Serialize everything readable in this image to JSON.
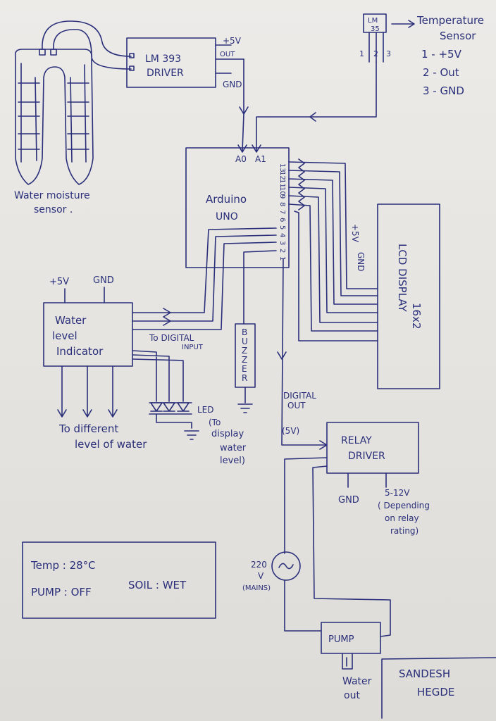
{
  "moisture": {
    "driver_line1": "LM 393",
    "driver_line2": "DRIVER",
    "plus5v": "+5V",
    "out": "OUT",
    "gnd": "GND",
    "caption1": "Water moisture",
    "caption2": "sensor ."
  },
  "temp": {
    "chip_line1": "LM",
    "chip_line2": "35",
    "pins": [
      "1",
      "2",
      "3"
    ],
    "title1": "Temperature",
    "title2": "Sensor",
    "pin1": "1 - +5V",
    "pin2": "2 - Out",
    "pin3": "3 - GND"
  },
  "arduino": {
    "name1": "Arduino",
    "name2": "UNO",
    "pin_a0": "A0",
    "pin_a1": "A1",
    "digital_pins": [
      "13",
      "12",
      "11",
      "10",
      "9",
      "8",
      "7",
      "6",
      "5",
      "4",
      "3",
      "2",
      "1"
    ]
  },
  "lcd": {
    "title": "LCD DISPLAY",
    "size": "16x2",
    "plus5v": "+5V",
    "gnd": "GND"
  },
  "water_level": {
    "title1": "Water",
    "title2": "level",
    "title3": "Indicator",
    "plus5v": "+5V",
    "gnd": "GND",
    "digital1": "To DIGITAL",
    "digital2": "INPUT",
    "levels1": "To different",
    "levels2": "level of water"
  },
  "buzzer": {
    "letters": [
      "B",
      "U",
      "Z",
      "Z",
      "E",
      "R"
    ]
  },
  "led": {
    "label": "LED",
    "note1": "(To",
    "note2": "display",
    "note3": "water",
    "note4": "level)"
  },
  "relay": {
    "title1": "RELAY",
    "title2": "DRIVER",
    "digital1": "DIGITAL",
    "digital2": "OUT",
    "volts": "(5V)",
    "gnd": "GND",
    "supply": "5-12V",
    "note1": "( Depending",
    "note2": "on relay",
    "note3": "rating)"
  },
  "mains": {
    "v1": "220",
    "v2": "V",
    "label": "(MAINS)"
  },
  "pump": {
    "label": "PUMP",
    "out1": "Water",
    "out2": "out"
  },
  "display_preview": {
    "line1": "Temp :  28°C",
    "pump": "PUMP : OFF",
    "soil": "SOIL : WET"
  },
  "author": {
    "line1": "SANDESH",
    "line2": "HEGDE"
  },
  "colors": {
    "ink": "#2a2f7a",
    "paper": "#e9e7e3"
  }
}
